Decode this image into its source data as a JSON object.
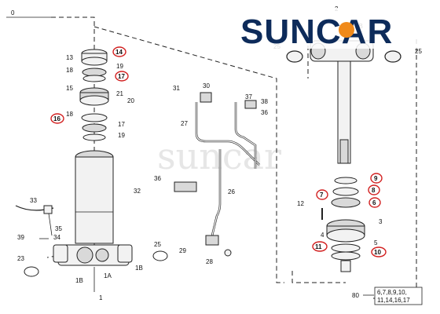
{
  "logo": {
    "text": "SUNCAR",
    "color": "#0d2b5a",
    "accent": "#f08a1a"
  },
  "watermark": "suncar",
  "highlight_color": "#d21f1f",
  "callouts": {
    "c0": "0",
    "c1": "1",
    "c1a": "1A",
    "c1b_left": "1B",
    "c1b_right": "1B",
    "c2": "2",
    "c2b": "2B",
    "c3": "3",
    "c4": "4",
    "c5": "5",
    "c6": "6",
    "c7": "7",
    "c8": "8",
    "c9": "9",
    "c10": "10",
    "c11": "11",
    "c12": "12",
    "c13": "13",
    "c14": "14",
    "c15": "15",
    "c16": "16",
    "c17a": "17",
    "c17b": "17",
    "c18a": "18",
    "c18b": "18",
    "c19a": "19",
    "c19b": "19",
    "c20": "20",
    "c21": "21",
    "c23": "23",
    "c25a": "25",
    "c25b": "25",
    "c26": "26",
    "c27": "27",
    "c28": "28",
    "c29": "29",
    "c30": "30",
    "c31": "31",
    "c32": "32",
    "c33": "33",
    "c34": "34",
    "c35": "35",
    "c36a": "36",
    "c36b": "36",
    "c37": "37",
    "c38": "38",
    "c39": "39",
    "c80": "80"
  },
  "seal_kit_note": {
    "line1": "6,7,8,9,10,",
    "line2": "11,14,16,17"
  }
}
